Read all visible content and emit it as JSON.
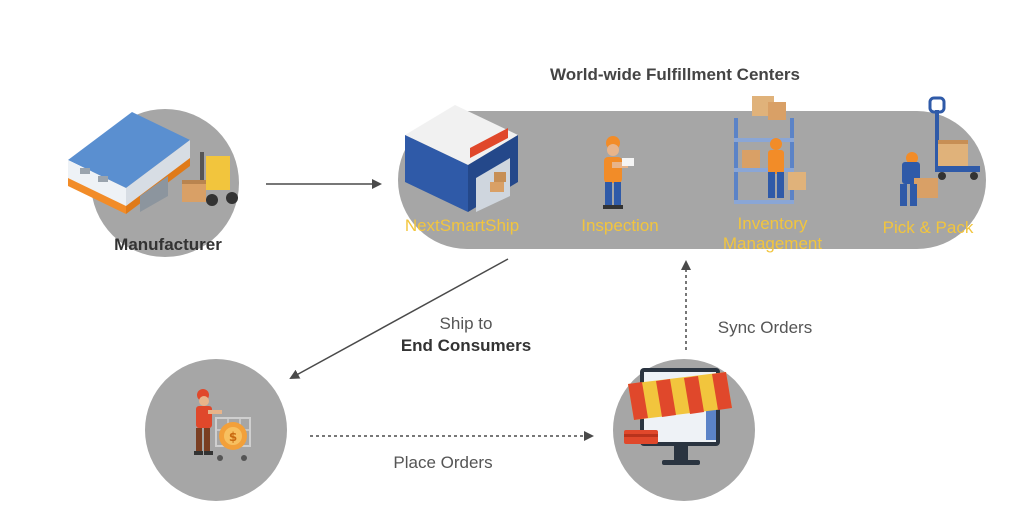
{
  "title": "World-wide Fulfillment Centers",
  "colors": {
    "band": "#a6a6a6",
    "circle": "#a6a6a6",
    "arrow": "#4a4a4a",
    "step_label": "#f2c53d",
    "text": "#555555",
    "accent_orange": "#f28c28",
    "accent_blue": "#2f5aa8"
  },
  "nodes": {
    "manufacturer": {
      "label": "Manufacturer",
      "icon": "warehouse-forklift-icon"
    },
    "consumer": {
      "icon": "shopper-cart-icon"
    },
    "store": {
      "icon": "online-store-monitor-icon"
    }
  },
  "steps": [
    {
      "label": "NextSmartShip",
      "icon": "warehouse-building-icon"
    },
    {
      "label": "Inspection",
      "icon": "inspector-worker-icon"
    },
    {
      "label": "Inventory\nManagement",
      "icon": "inventory-shelf-icon"
    },
    {
      "label": "Pick & Pack",
      "icon": "pallet-jack-worker-icon"
    }
  ],
  "edges": {
    "ship": {
      "line1": "Ship to",
      "line2": "End Consumers"
    },
    "sync": {
      "label": "Sync Orders"
    },
    "place": {
      "label": "Place Orders"
    }
  }
}
